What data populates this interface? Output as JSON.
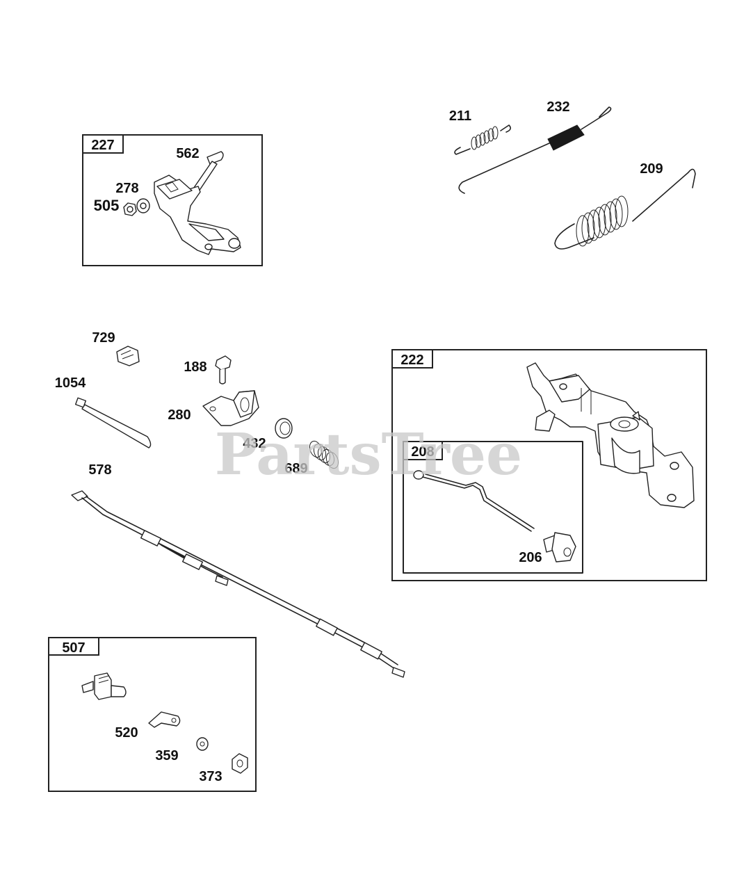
{
  "watermark": "PartsTree",
  "groups": [
    {
      "id": "227",
      "label": "227"
    },
    {
      "id": "222",
      "label": "222"
    },
    {
      "id": "208",
      "label": "208"
    },
    {
      "id": "507",
      "label": "507"
    }
  ],
  "parts": {
    "p562": "562",
    "p278": "278",
    "p505": "505",
    "p211": "211",
    "p232": "232",
    "p209": "209",
    "p729": "729",
    "p188": "188",
    "p1054": "1054",
    "p280": "280",
    "p432": "432",
    "p689": "689",
    "p578": "578",
    "p206": "206",
    "p520": "520",
    "p359": "359",
    "p373": "373"
  },
  "colors": {
    "line": "#222222",
    "watermark": "#c9c9c9",
    "spring_dark": "#1a1a1a"
  }
}
